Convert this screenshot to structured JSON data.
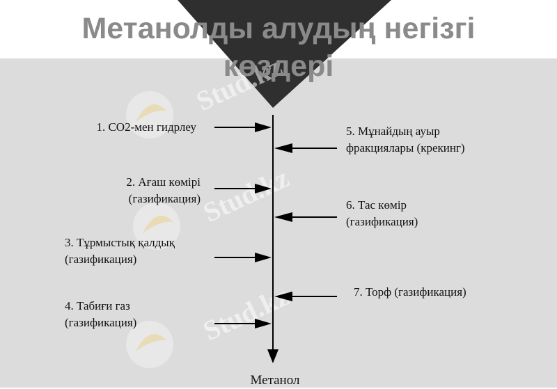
{
  "title": {
    "line1": "Метанолды алудың негізгі",
    "line2": "көздері"
  },
  "sources_left": [
    {
      "lines": [
        "1. CO2-мен гидрлеу"
      ]
    },
    {
      "lines": [
        "2. Ағаш көмірі",
        "(газификация)"
      ]
    },
    {
      "lines": [
        "3. Тұрмыстық қалдық",
        "(газификация)"
      ]
    },
    {
      "lines": [
        "4. Табиғи газ",
        "(газификация)"
      ]
    }
  ],
  "sources_right": [
    {
      "lines": [
        "5. Мұнайдың ауыр",
        "фракциялары (крекинг)"
      ]
    },
    {
      "lines": [
        "6. Тас көмір",
        "(газификация)"
      ]
    },
    {
      "lines": [
        "7. Торф (газификация)"
      ]
    }
  ],
  "output": "Метанол",
  "watermark": "Stud.kz",
  "colors": {
    "panel": "#dcdcdc",
    "funnel": "#2f2f2f",
    "title": "#8a8a8a",
    "arrow": "#000000"
  }
}
